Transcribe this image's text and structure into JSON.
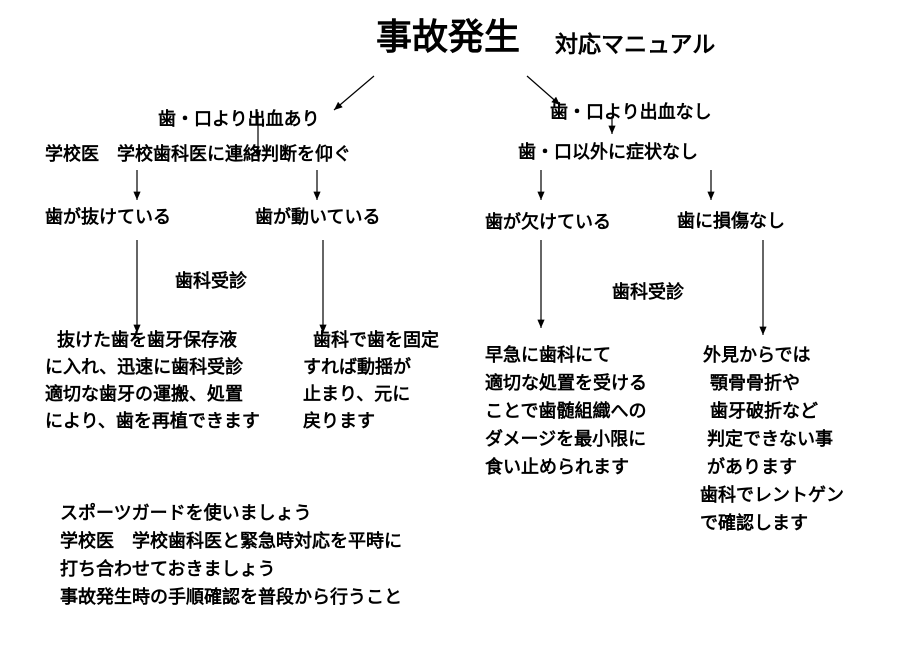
{
  "title": "事故発生",
  "subtitle": "対応マニュアル",
  "left": {
    "condition": "歯・口より出血あり",
    "contact": "学校医　学校歯科医に連絡判断を仰ぐ",
    "case1": "歯が抜けている",
    "case2": "歯が動いている",
    "visit": "歯科受診",
    "case1_text": [
      "抜けた歯を歯牙保存液",
      "に入れ、迅速に歯科受診",
      "適切な歯牙の運搬、処置",
      "により、歯を再植できます"
    ],
    "case2_text": [
      "歯科で歯を固定",
      "すれば動揺が",
      "止まり、元に",
      "戻ります"
    ]
  },
  "right": {
    "condition": "歯・口より出血なし",
    "condition2": "歯・口以外に症状なし",
    "case1": "歯が欠けている",
    "case2": "歯に損傷なし",
    "visit": "歯科受診",
    "case1_text": [
      "早急に歯科にて",
      "適切な処置を受ける",
      "ことで歯髄組織への",
      "ダメージを最小限に",
      "食い止められます"
    ],
    "case2_text": [
      "外見からでは",
      "顎骨骨折や",
      "歯牙破折など",
      "判定できない事",
      "があります",
      "歯科でレントゲン",
      "で確認します"
    ]
  },
  "notes": [
    "スポーツガードを使いましょう",
    "学校医　学校歯科医と緊急時対応を平時に",
    "打ち合わせておきましょう",
    "事故発生時の手順確認を普段から行うこと"
  ]
}
